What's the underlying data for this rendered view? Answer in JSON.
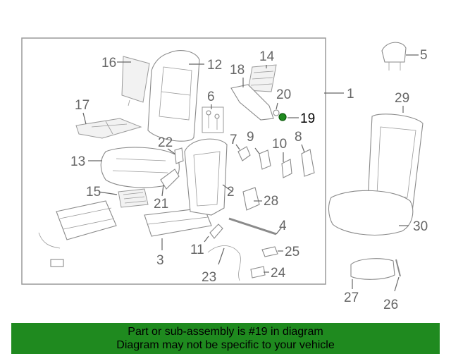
{
  "callouts": {
    "c1": "1",
    "c2": "2",
    "c3": "3",
    "c4": "4",
    "c5": "5",
    "c6": "6",
    "c7": "7",
    "c8": "8",
    "c9": "9",
    "c10": "10",
    "c11": "11",
    "c12": "12",
    "c13": "13",
    "c14": "14",
    "c15": "15",
    "c16": "16",
    "c17": "17",
    "c18": "18",
    "c19": "19",
    "c20": "20",
    "c21": "21",
    "c22": "22",
    "c23": "23",
    "c24": "24",
    "c25": "25",
    "c26": "26",
    "c27": "27",
    "c28": "28",
    "c29": "29",
    "c30": "30"
  },
  "highlighted_part": "19",
  "colors": {
    "banner": "#1f8a1f",
    "highlight": "#1f8a1f",
    "line": "#8a8a8a"
  },
  "banner": {
    "line1": "Part or sub-assembly is #19 in diagram",
    "line2": "Diagram may not be specific to your vehicle"
  }
}
